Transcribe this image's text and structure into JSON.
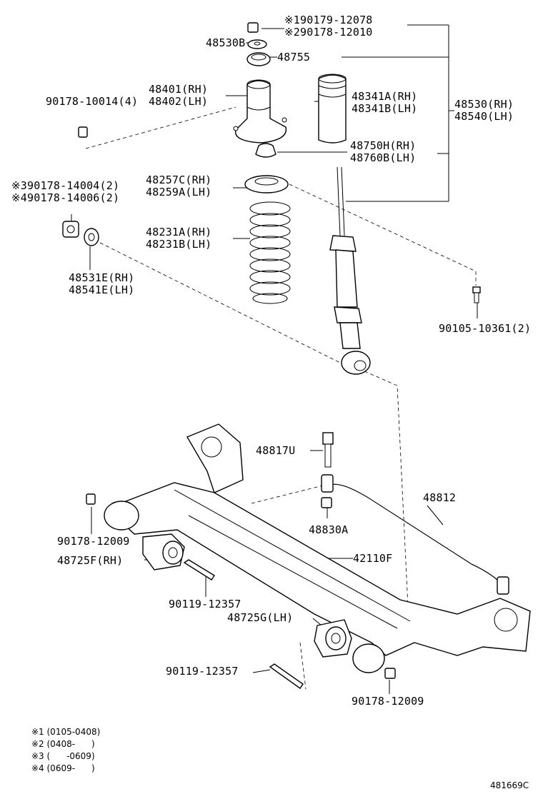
{
  "labels": {
    "nut_top_1": "※190179-12078",
    "nut_top_2": "※290178-12010",
    "washer_48530B": "48530B",
    "cushion_48755": "48755",
    "support_rh": "48401(RH)",
    "support_lh": "48402(LH)",
    "nut_90178_10014": "90178-10014(4)",
    "bumper_rh": "48341A(RH)",
    "bumper_lh": "48341B(LH)",
    "absorber_rh": "48530(RH)",
    "absorber_lh": "48540(LH)",
    "retainer_rh": "48750H(RH)",
    "retainer_lh": "48760B(LH)",
    "nut_3": "※390178-14004(2)",
    "nut_4": "※490178-14006(2)",
    "insulator_rh": "48257C(RH)",
    "insulator_lh": "48259A(LH)",
    "spring_rh": "48231A(RH)",
    "spring_lh": "48231B(LH)",
    "lower_ins_rh": "48531E(RH)",
    "lower_ins_lh": "48541E(LH)",
    "bolt_90105": "90105-10361(2)",
    "bolt_48817U": "48817U",
    "bar_48812": "48812",
    "nut_48830A": "48830A",
    "nut_90178_12009_a": "90178-12009",
    "bush_rh": "48725F(RH)",
    "beam_42110F": "42110F",
    "bolt_90119_a": "90119-12357",
    "bush_lh": "48725G(LH)",
    "bolt_90119_b": "90119-12357",
    "nut_90178_12009_b": "90178-12009"
  },
  "notes": [
    "※1 (0105-0408)",
    "※2 (0408-      )",
    "※3 (      -0609)",
    "※4 (0609-      )"
  ],
  "reference": "481669C"
}
